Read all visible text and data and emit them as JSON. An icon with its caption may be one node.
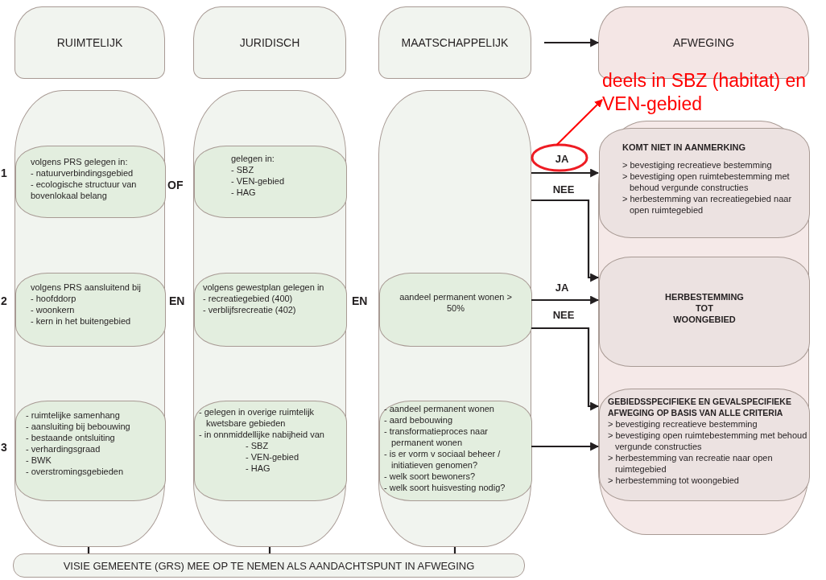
{
  "diagram": {
    "nodes": [
      {
        "text": [
          "RUIMTELIJK"
        ]
      },
      {
        "text": [
          "JURIDISCH"
        ]
      },
      {
        "text": [
          "MAATSCHAPPELIJK"
        ]
      },
      {
        "text": [
          "AFWEGING"
        ]
      },
      {
        "text": [],
        "shape": "box"
      },
      {
        "text": [
          "volgens PRS gelegen in:",
          "- natuurverbindingsgebied",
          "- ecologische structuur van bovenlokaal belang"
        ],
        "in": 4
      },
      {
        "text": [
          "volgens PRS aansluitend bij",
          "- hoofddorp",
          "- woonkern",
          "- kern in het buitengebied"
        ],
        "in": 4
      },
      {
        "text": [
          "- ruimtelijke samenhang",
          "- aansluiting bij bebouwing",
          "- bestaande ontsluiting",
          "- verhardingsgraad",
          "- BWK",
          "- overstromingsgebieden"
        ],
        "in": 4
      },
      {
        "text": [],
        "shape": "box"
      },
      {
        "text": [
          "gelegen in:",
          "- SBZ",
          "- VEN-gebied",
          "- HAG"
        ],
        "in": 8
      },
      {
        "text": [
          "volgens gewestplan gelegen in",
          "- recreatiegebied (400)",
          "- verblijfsrecreatie (402)"
        ],
        "in": 8
      },
      {
        "text": [
          "- gelegen in overige ruimtelijk kwetsbare gebieden",
          "- in onnmiddellijke nabijheid van",
          "- SBZ",
          "- VEN-gebied",
          "- HAG"
        ],
        "in": 8
      },
      {
        "text": [],
        "shape": "box"
      },
      {
        "text": [
          "aandeel permanent wonen > 50%"
        ],
        "in": 12
      },
      {
        "text": [
          "- aandeel permanent wonen",
          "- aard bebouwing",
          "- transformatieproces naar permanent wonen",
          "- is er vorm v sociaal beheer / initiatieven genomen?",
          "- welk soort bewoners?",
          "- welk soort huisvesting nodig?"
        ],
        "in": 12
      },
      {
        "text": [],
        "shape": "box"
      },
      {
        "text": [
          "KOMT NIET IN AANMERKING",
          "> bevestiging recreatieve bestemming",
          "> bevestiging open ruimtebestemming met behoud vergunde constructies",
          "> herbestemming van recreatiegebied naar open ruimtegebied"
        ],
        "in": 15
      },
      {
        "text": [
          "HERBESTEMMING TOT WOONGEBIED"
        ],
        "in": 15
      },
      {
        "text": [
          "GEBIEDSSPECIFIEKE EN GEVALSPECIFIEKE AFWEGING OP BASIS VAN ALLE CRITERIA",
          "> bevestiging recreatieve bestemming",
          "> bevestiging open ruimtebestemming met behoud vergunde constructies",
          "> herbestemming van recreatie naar open ruimtegebied",
          "> herbestemming tot woongebied"
        ],
        "in": 15
      },
      {
        "text": [
          "VISIE GEMEENTE (GRS) MEE OP TE NEMEN ALS AANDACHTSPUNT IN AFWEGING"
        ]
      },
      {
        "text": [
          "deels in SBZ (habitat) en VEN-gebied"
        ]
      },
      {
        "text": [],
        "shape": "circle"
      }
    ],
    "edges": [
      {
        "from": 2,
        "to": 3,
        "arrow": "to"
      },
      {
        "from": 12,
        "to": 16,
        "label": "JA",
        "arrow": "to"
      },
      {
        "from": 12,
        "to": 17,
        "label": "NEE",
        "arrow": "to"
      },
      {
        "from": 13,
        "to": 17,
        "label": "JA",
        "arrow": "to"
      },
      {
        "from": 13,
        "to": 18,
        "label": "NEE",
        "arrow": "to"
      },
      {
        "from": 14,
        "to": 18,
        "arrow": "to"
      },
      {
        "from": 4,
        "to": 19,
        "arrow": "none"
      },
      {
        "from": 8,
        "to": 19,
        "arrow": "none"
      },
      {
        "from": 12,
        "to": 19,
        "arrow": "none"
      },
      {
        "from": 21,
        "to": 20,
        "arrow": "to",
        "color": "#ff0000"
      }
    ],
    "labels": [
      "1",
      "OF",
      "2",
      "EN",
      "EN",
      "3"
    ]
  }
}
